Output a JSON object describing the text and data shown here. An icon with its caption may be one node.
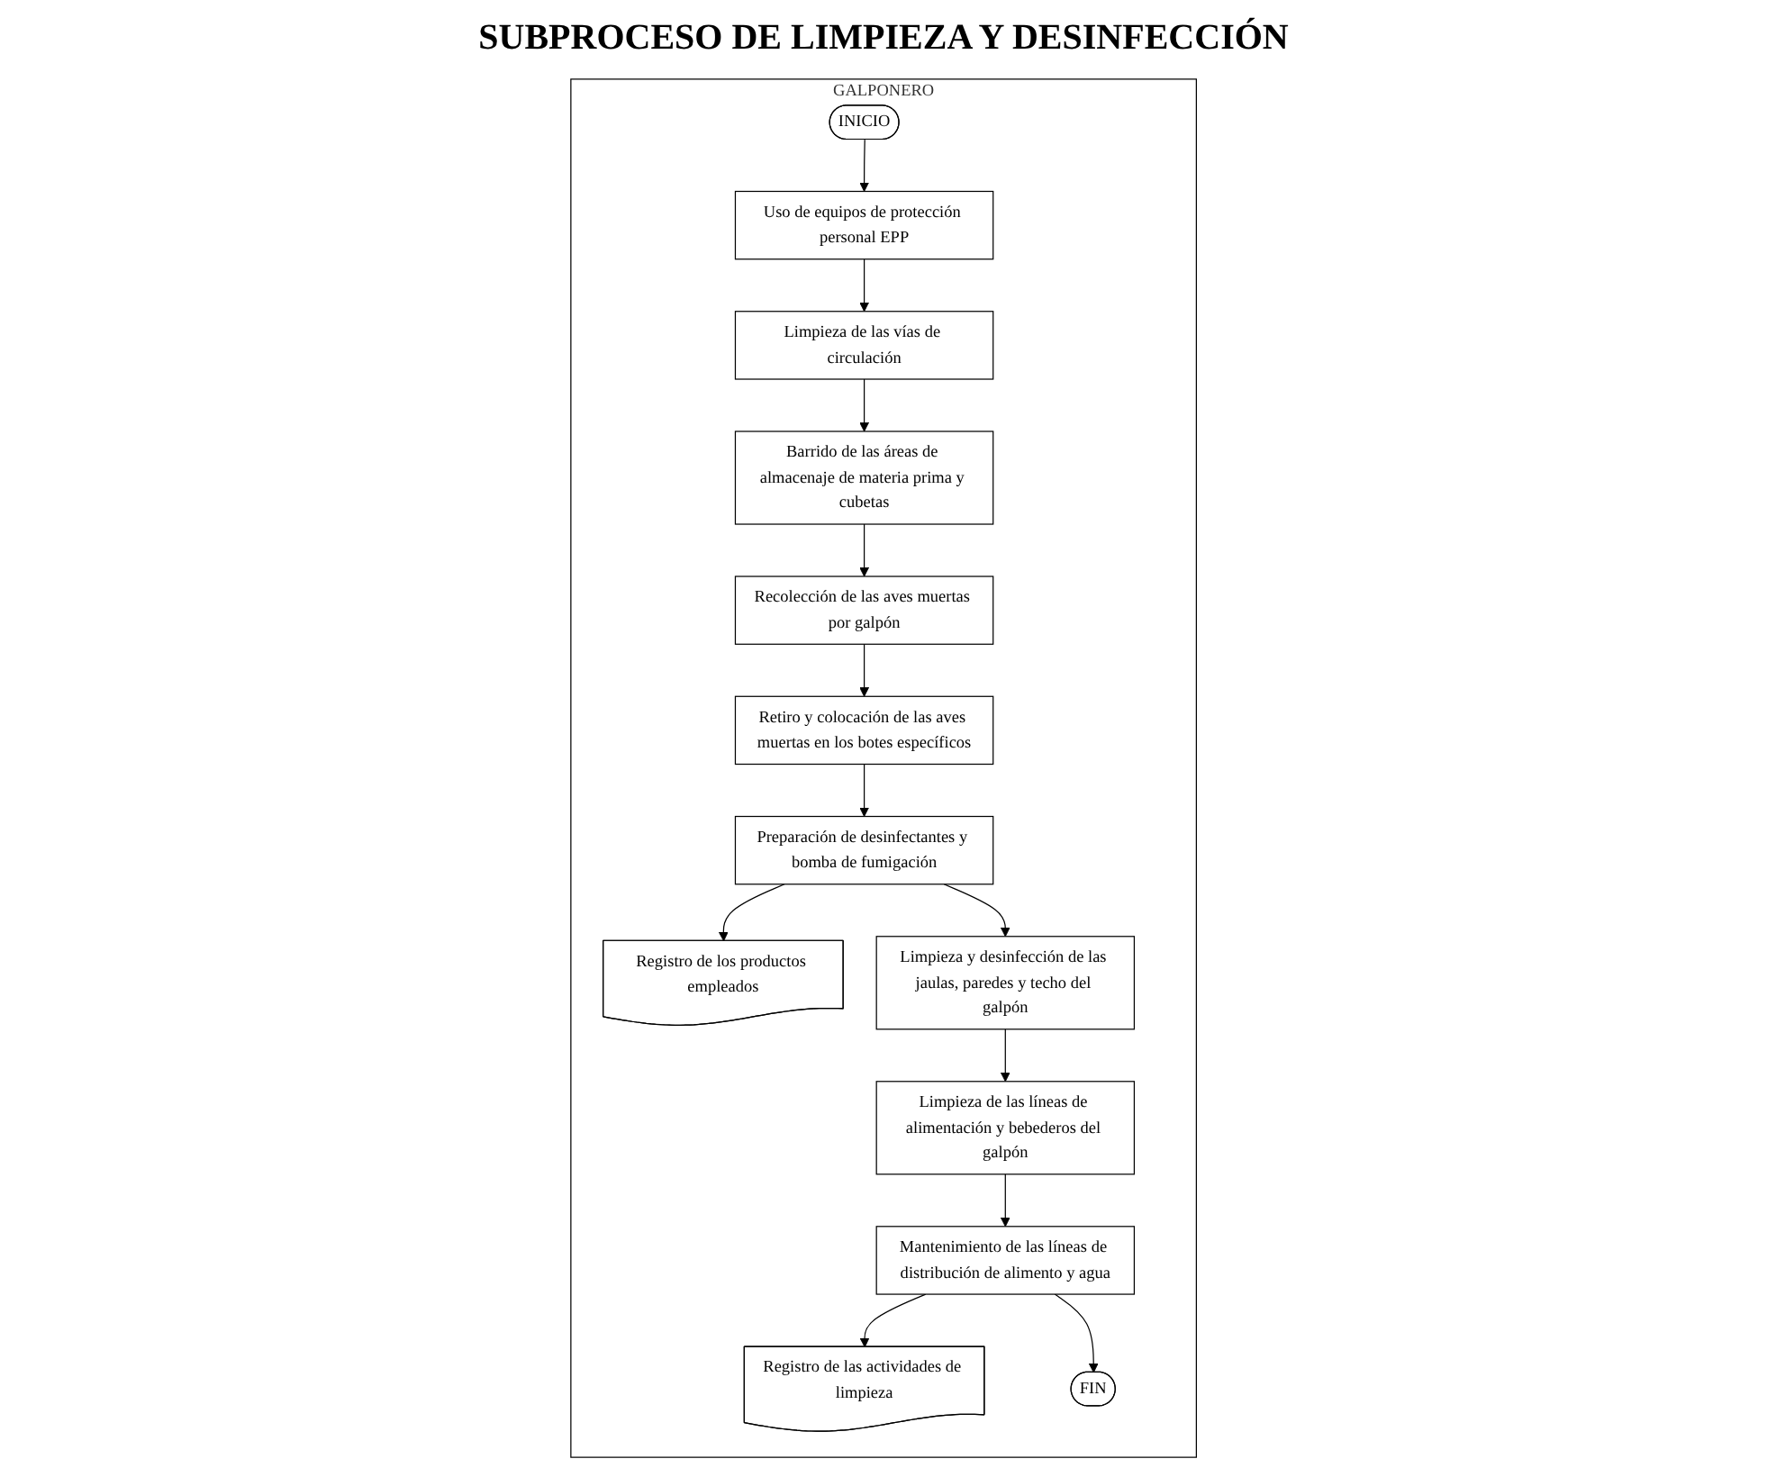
{
  "diagram": {
    "title": "SUBPROCESO DE LIMPIEZA Y DESINFECCIÓN",
    "nodes": [
      {
        "text": [
          "GALPONERO"
        ]
      },
      {
        "text": [
          "INICIO"
        ],
        "in": 0
      },
      {
        "text": [
          "Uso de equipos de protección personal EPP"
        ],
        "in": 0
      },
      {
        "text": [
          "Limpieza de las vías de circulación"
        ],
        "in": 0
      },
      {
        "text": [
          "Barrido de las áreas de almacenaje de materia prima y cubetas"
        ],
        "in": 0
      },
      {
        "text": [
          "Recolección de las aves muertas por galpón"
        ],
        "in": 0
      },
      {
        "text": [
          "Retiro y colocación de las aves muertas en los botes específicos"
        ],
        "in": 0
      },
      {
        "text": [
          "Preparación de desinfectantes y bomba de fumigación"
        ],
        "in": 0
      },
      {
        "text": [
          "Registro de los productos empleados"
        ],
        "in": 0
      },
      {
        "text": [
          "Limpieza y desinfección de las jaulas, paredes y techo del galpón"
        ],
        "in": 0
      },
      {
        "text": [
          "Limpieza de las líneas de alimentación y bebederos del galpón"
        ],
        "in": 0
      },
      {
        "text": [
          "Mantenimiento de las líneas de distribución de alimento y agua"
        ],
        "in": 0
      },
      {
        "text": [
          "Registro de las actividades de limpieza"
        ],
        "in": 0
      },
      {
        "text": [
          "FIN"
        ],
        "in": 0
      }
    ],
    "edges": [
      {
        "from": 1,
        "to": 2,
        "arrow": "to"
      },
      {
        "from": 2,
        "to": 3,
        "arrow": "to"
      },
      {
        "from": 3,
        "to": 4,
        "arrow": "to"
      },
      {
        "from": 4,
        "to": 5,
        "arrow": "to"
      },
      {
        "from": 5,
        "to": 6,
        "arrow": "to"
      },
      {
        "from": 6,
        "to": 7,
        "arrow": "to"
      },
      {
        "from": 7,
        "to": 8,
        "arrow": "to"
      },
      {
        "from": 7,
        "to": 9,
        "arrow": "to"
      },
      {
        "from": 9,
        "to": 10,
        "arrow": "to"
      },
      {
        "from": 10,
        "to": 11,
        "arrow": "to"
      },
      {
        "from": 11,
        "to": 12,
        "arrow": "to"
      },
      {
        "from": 11,
        "to": 13,
        "arrow": "to"
      }
    ]
  }
}
